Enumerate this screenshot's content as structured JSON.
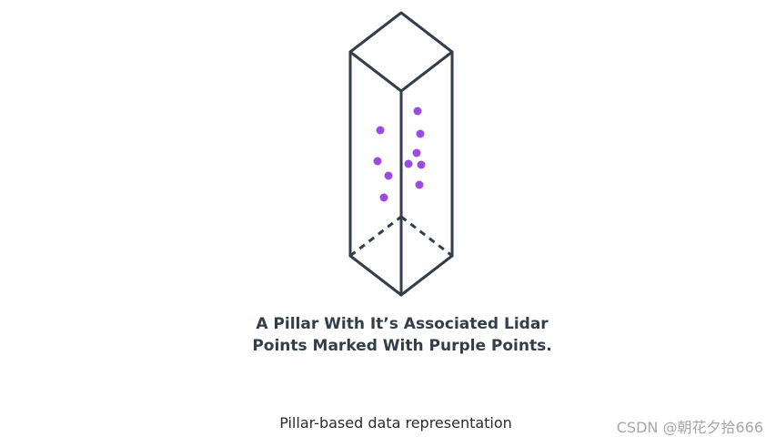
{
  "diagram": {
    "caption_lines": [
      "A Pillar With It’s Associated Lidar",
      "Points Marked With Purple Points."
    ],
    "point_color": "#9b4be0",
    "edge_color": "#323e4a"
  },
  "figure_note": "Pillar-based data representation",
  "watermark": "CSDN @朝花夕拾666"
}
